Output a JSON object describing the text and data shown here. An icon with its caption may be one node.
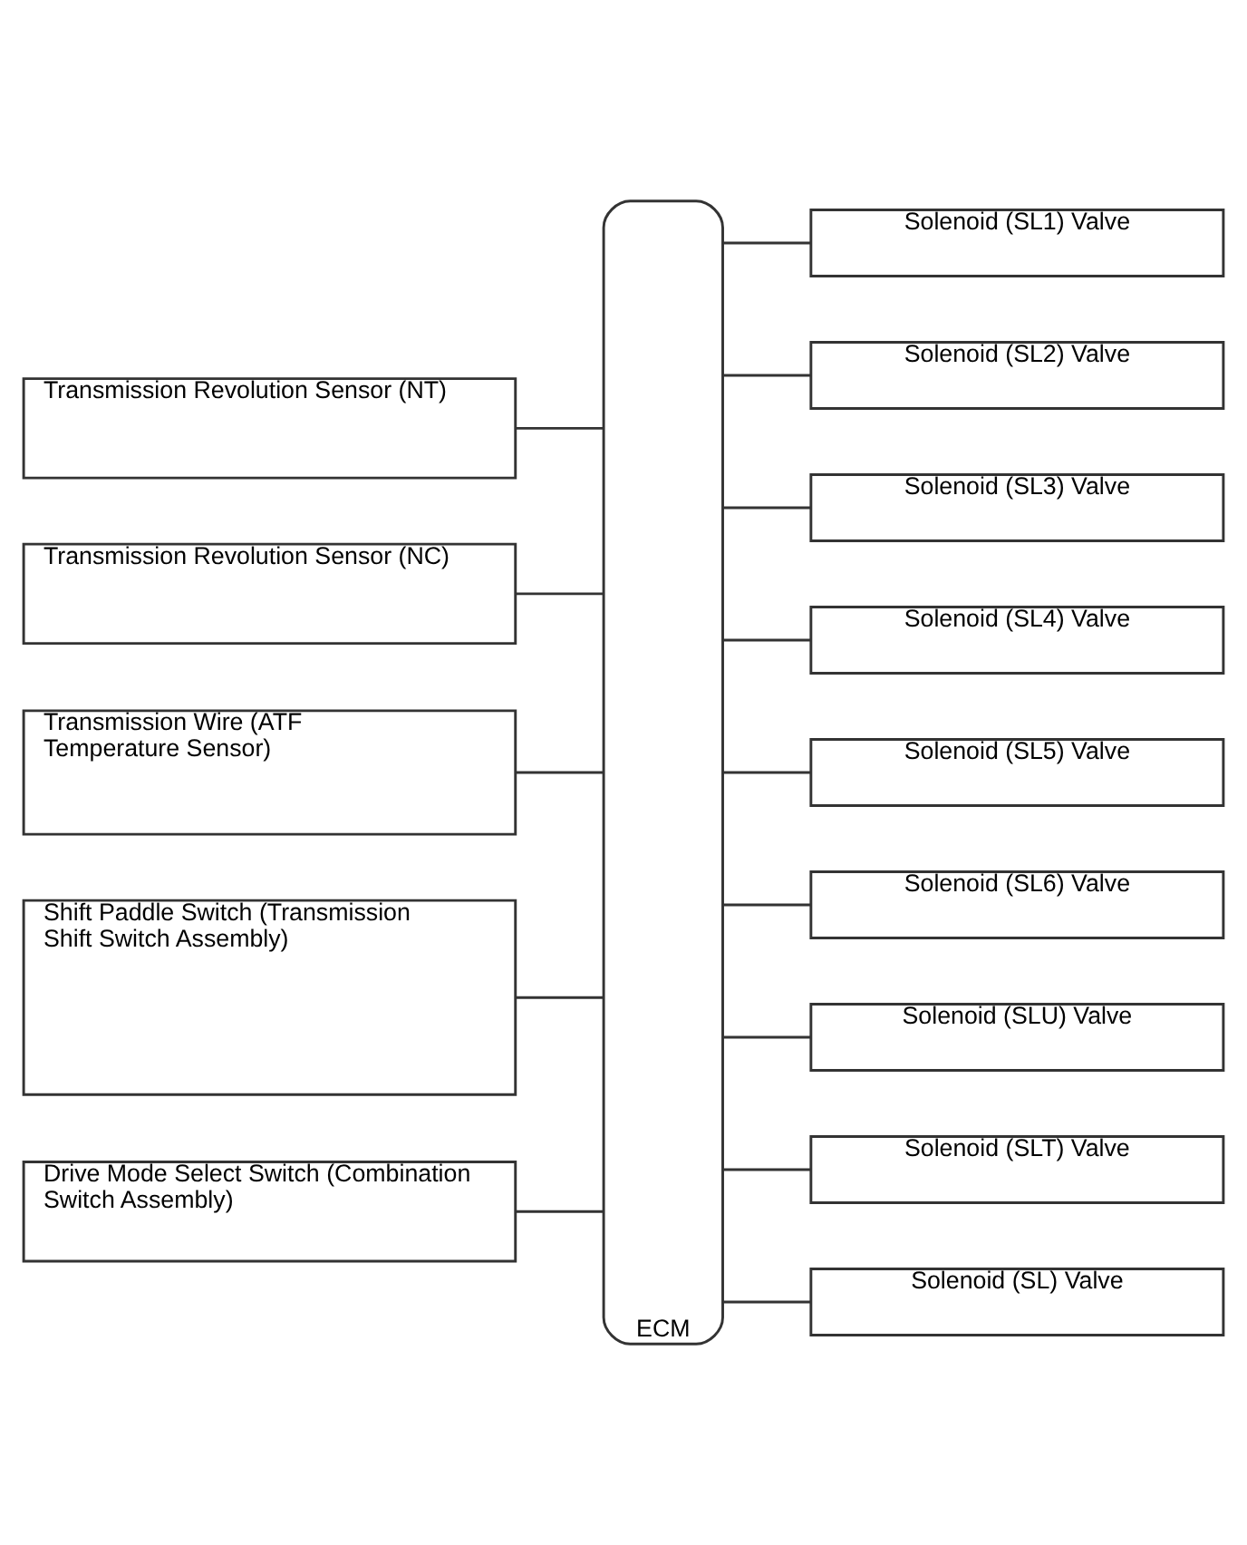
{
  "diagram": {
    "nodes": [
      {
        "text": [
          "Transmission Revolution Sensor (NT)"
        ]
      },
      {
        "text": [
          "Transmission Revolution Sensor (NC)"
        ]
      },
      {
        "text": [
          "Transmission Wire (ATF Temperature Sensor)"
        ]
      },
      {
        "text": [
          "Shift Paddle Switch (Transmission Shift Switch Assembly)"
        ]
      },
      {
        "text": [
          "Drive Mode Select Switch (Combination Switch Assembly)"
        ]
      },
      {
        "text": [
          "ECM"
        ]
      },
      {
        "text": [
          "Solenoid (SL1) Valve"
        ]
      },
      {
        "text": [
          "Solenoid (SL2) Valve"
        ]
      },
      {
        "text": [
          "Solenoid (SL3) Valve"
        ]
      },
      {
        "text": [
          "Solenoid (SL4) Valve"
        ]
      },
      {
        "text": [
          "Solenoid (SL5) Valve"
        ]
      },
      {
        "text": [
          "Solenoid (SL6) Valve"
        ]
      },
      {
        "text": [
          "Solenoid (SLU) Valve"
        ]
      },
      {
        "text": [
          "Solenoid (SLT) Valve"
        ]
      },
      {
        "text": [
          "Solenoid (SL) Valve"
        ]
      }
    ],
    "edges": [
      {
        "from": 0,
        "to": 5,
        "arrow": "none"
      },
      {
        "from": 1,
        "to": 5,
        "arrow": "none"
      },
      {
        "from": 2,
        "to": 5,
        "arrow": "none"
      },
      {
        "from": 3,
        "to": 5,
        "arrow": "none"
      },
      {
        "from": 4,
        "to": 5,
        "arrow": "none"
      },
      {
        "from": 5,
        "to": 6,
        "arrow": "none"
      },
      {
        "from": 5,
        "to": 7,
        "arrow": "none"
      },
      {
        "from": 5,
        "to": 8,
        "arrow": "none"
      },
      {
        "from": 5,
        "to": 9,
        "arrow": "none"
      },
      {
        "from": 5,
        "to": 10,
        "arrow": "none"
      },
      {
        "from": 5,
        "to": 11,
        "arrow": "none"
      },
      {
        "from": 5,
        "to": 12,
        "arrow": "none"
      },
      {
        "from": 5,
        "to": 13,
        "arrow": "none"
      },
      {
        "from": 5,
        "to": 14,
        "arrow": "none"
      }
    ]
  }
}
